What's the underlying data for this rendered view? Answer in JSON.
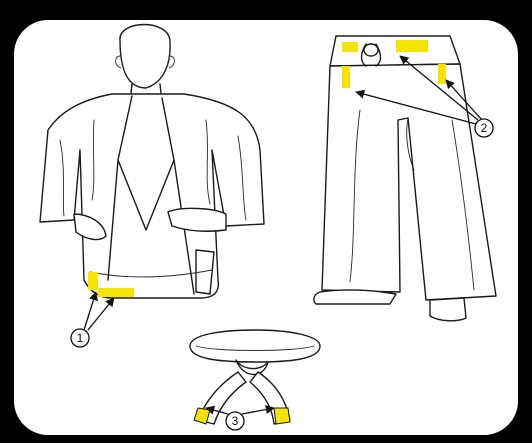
{
  "colors": {
    "background": "#000000",
    "panel": "#ffffff",
    "highlight": "#f5e400",
    "ink": "#1a1a1a"
  },
  "callouts": [
    {
      "label": "1",
      "points_to": "jacket-lapel-hem-marks"
    },
    {
      "label": "2",
      "points_to": "trouser-waist-marks"
    },
    {
      "label": "3",
      "points_to": "belt-end-tips"
    }
  ]
}
